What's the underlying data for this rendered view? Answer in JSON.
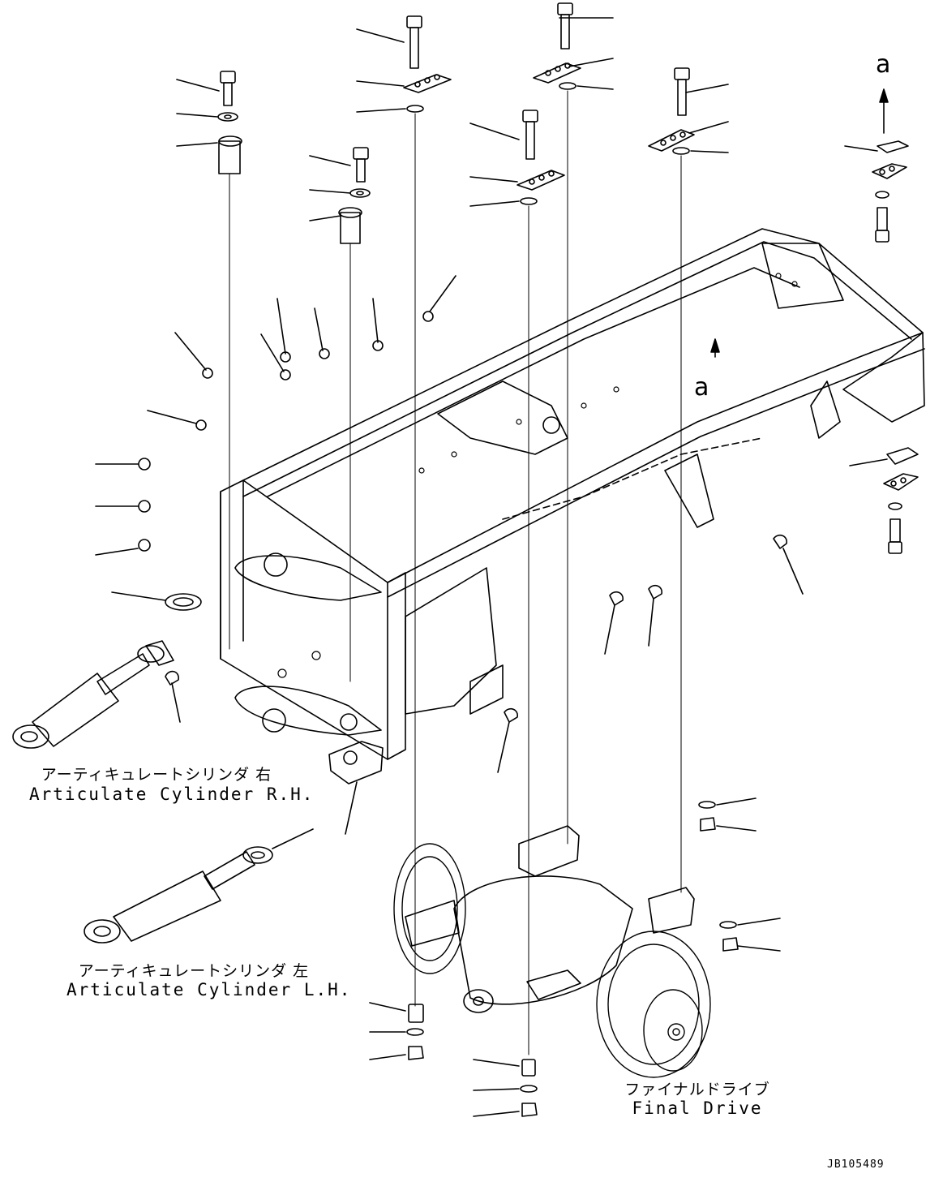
{
  "view_marker": "a",
  "labels": {
    "cylinder_rh_jp": "アーティキュレートシリンダ 右",
    "cylinder_rh_en": "Articulate Cylinder R.H.",
    "cylinder_lh_jp": "アーティキュレートシリンダ 左",
    "cylinder_lh_en": "Articulate Cylinder L.H.",
    "final_drive_jp": "ファイナルドライブ",
    "final_drive_en": "Final Drive"
  },
  "drawing_code": "JB105489"
}
